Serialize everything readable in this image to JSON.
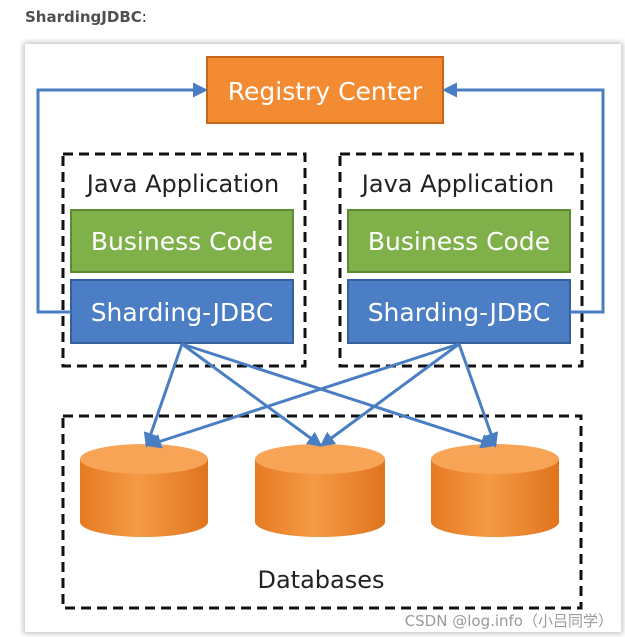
{
  "heading": {
    "title": "ShardingJDBC",
    "punct": ":"
  },
  "diagram": {
    "registry": "Registry Center",
    "apps": [
      {
        "title": "Java Application",
        "business": "Business Code",
        "sharding": "Sharding-JDBC"
      },
      {
        "title": "Java Application",
        "business": "Business Code",
        "sharding": "Sharding-JDBC"
      }
    ],
    "databases_label": "Databases"
  },
  "watermark": "CSDN @log.info（小吕同学）",
  "colors": {
    "registry_fill": "#f28b32",
    "business_fill": "#7fb04a",
    "sharding_fill": "#4b7ec4",
    "db_fill": "#f28b32",
    "arrow": "#4a7ec2"
  }
}
